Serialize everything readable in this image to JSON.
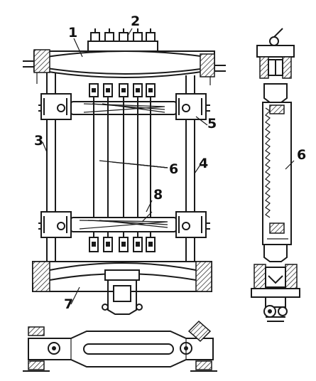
{
  "labels": {
    "l1": "1",
    "l2": "2",
    "l3": "3",
    "l4": "4",
    "l5": "5",
    "l6_main": "6",
    "l6_side": "6",
    "l7": "7",
    "l8": "8"
  }
}
